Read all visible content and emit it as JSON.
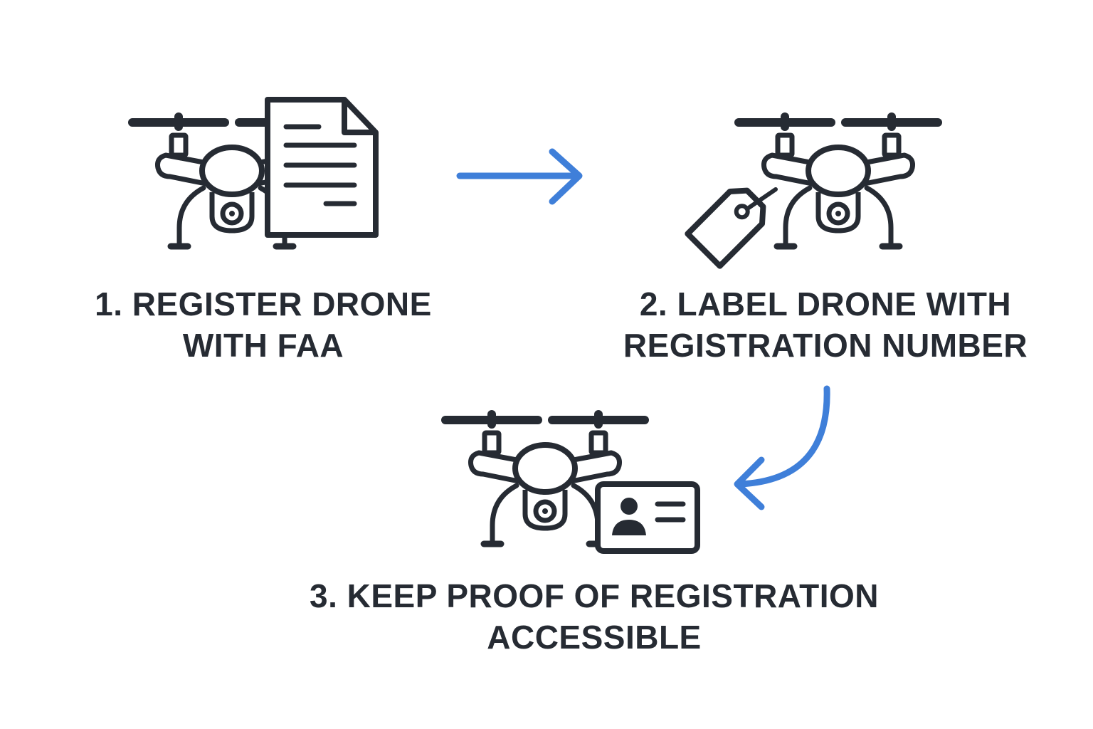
{
  "colors": {
    "ink": "#262b33",
    "accent": "#3f7fd9",
    "background": "#ffffff"
  },
  "steps": [
    {
      "icon": "drone-with-document-icon",
      "lines": [
        "1. REGISTER DRONE",
        "WITH FAA"
      ]
    },
    {
      "icon": "drone-with-tag-icon",
      "lines": [
        "2. LABEL DRONE WITH",
        "REGISTRATION NUMBER"
      ]
    },
    {
      "icon": "drone-with-id-card-icon",
      "lines": [
        "3. KEEP PROOF OF REGISTRATION",
        "ACCESSIBLE"
      ]
    }
  ],
  "connectors": [
    "arrow-right-icon",
    "curved-arrow-icon"
  ]
}
